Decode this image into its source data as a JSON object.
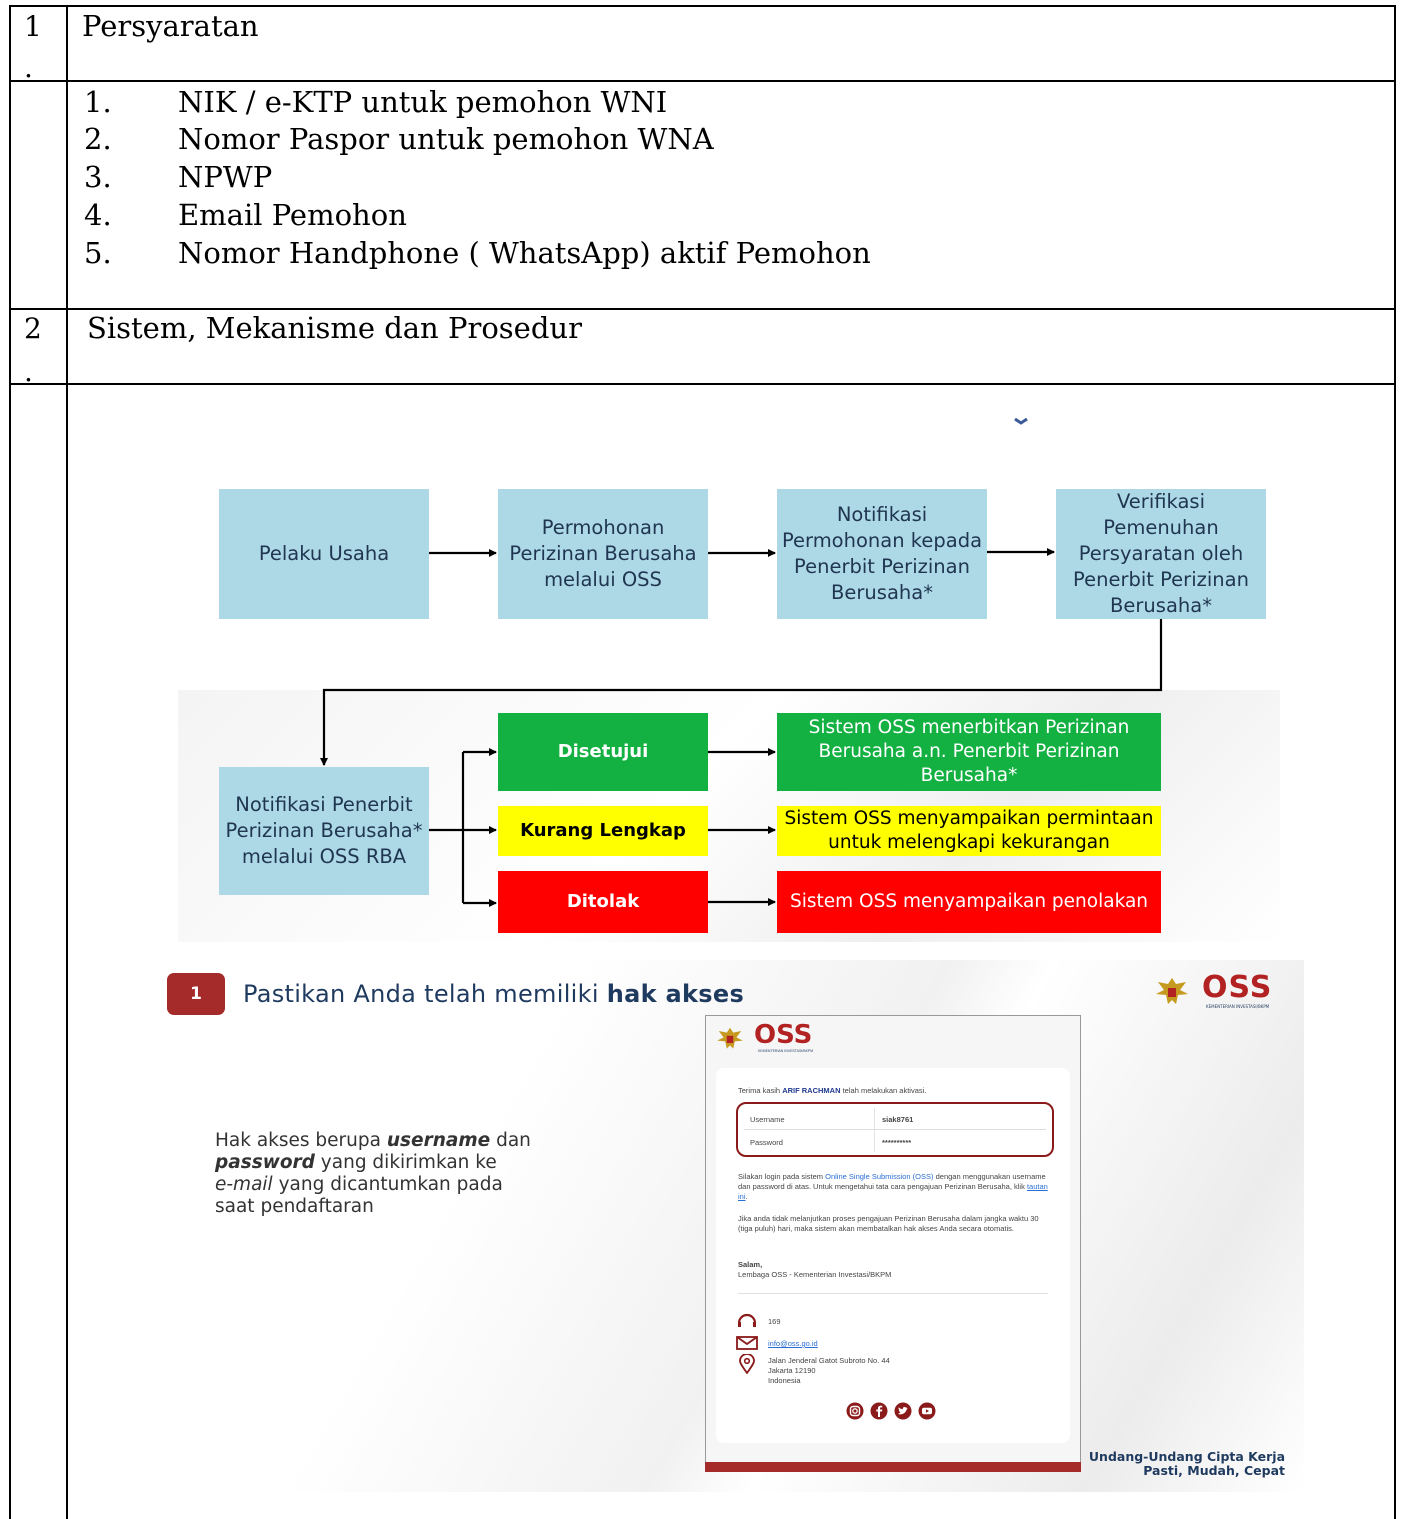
{
  "table": {
    "row1": {
      "number": "1",
      "dot": ".",
      "title": "Persyaratan"
    },
    "requirements": [
      {
        "n": "1.",
        "text": "NIK / e-KTP untuk pemohon WNI"
      },
      {
        "n": "2.",
        "text": "Nomor Paspor untuk pemohon WNA"
      },
      {
        "n": "3.",
        "text": "NPWP"
      },
      {
        "n": "4.",
        "text": "Email Pemohon"
      },
      {
        "n": "5.",
        "text": "Nomor Handphone ( WhatsApp) aktif Pemohon"
      }
    ],
    "row2": {
      "number": "2",
      "dot": ".",
      "title": "Sistem, Mekanisme dan Prosedur"
    }
  },
  "flow": {
    "step1": "Pelaku Usaha",
    "step2": "Permohonan Perizinan Berusaha melalui OSS",
    "step3": "Notifikasi Permohonan kepada Penerbit Perizinan Berusaha*",
    "step4": "Verifikasi Pemenuhan Persyaratan oleh Penerbit Perizinan Berusaha*",
    "step5": "Notifikasi Penerbit Perizinan Berusaha* melalui OSS RBA",
    "approved": "Disetujui",
    "incomplete": "Kurang Lengkap",
    "rejected": "Ditolak",
    "approved_result": "Sistem OSS menerbitkan Perizinan Berusaha a.n. Penerbit Perizinan Berusaha*",
    "incomplete_result": "Sistem OSS menyampaikan permintaan untuk melengkapi kekurangan",
    "rejected_result": "Sistem OSS menyampaikan penolakan",
    "colors": {
      "box": "#add8e6",
      "green": "#13b042",
      "yellow": "#ffff00",
      "red": "#ff0000"
    }
  },
  "slide": {
    "step_number": "1",
    "heading_plain": "Pastikan Anda telah memiliki ",
    "heading_bold": "hak akses",
    "logo_text": "OSS",
    "logo_sub": "KEMENTERIAN INVESTASI/BKPM",
    "desc_1": "Hak akses berupa ",
    "desc_username": "username",
    "desc_2": " dan",
    "desc_password": "password",
    "desc_3": " yang dikirimkan ke",
    "desc_email": "e-mail",
    "desc_4": " yang dicantumkan pada",
    "desc_5": "saat pendaftaran",
    "footer_line1": "Undang-Undang Cipta Kerja",
    "footer_line2": "Pasti, Mudah, Cepat",
    "colors": {
      "badge": "#a52a2a",
      "heading": "#1f3a5f"
    }
  },
  "email": {
    "logo_text": "OSS",
    "logo_sub": "KEMENTERIAN INVESTASI/BKPM",
    "thanks_pre": "Terima kasih ",
    "thanks_name": "ARIF RACHMAN",
    "thanks_post": " telah melakukan aktivasi.",
    "username_label": "Username",
    "username_value": "siak8761",
    "password_label": "Password",
    "password_value": "**********",
    "para1_a": "Silakan login pada sistem ",
    "para1_link": "Online Single Submission (OSS)",
    "para1_b": " dengan menggunakan username dan password di atas. Untuk mengetahui tata cara pengajuan Perizinan Berusaha, klik ",
    "para1_link2": "tautan ini",
    "para1_c": ".",
    "para2": "Jika anda tidak melanjutkan proses pengajuan Perizinan Berusaha dalam jangka waktu 30 (tiga puluh) hari, maka sistem akan membatalkan hak akses Anda secara otomatis.",
    "salam": "Salam,",
    "signature": "Lembaga OSS - Kementerian Investasi/BKPM",
    "phone": "169",
    "mail": "info@oss.go.id",
    "address1": "Jalan Jenderal Gatot Subroto No. 44",
    "address2": "Jakarta 12190",
    "address3": "Indonesia"
  }
}
